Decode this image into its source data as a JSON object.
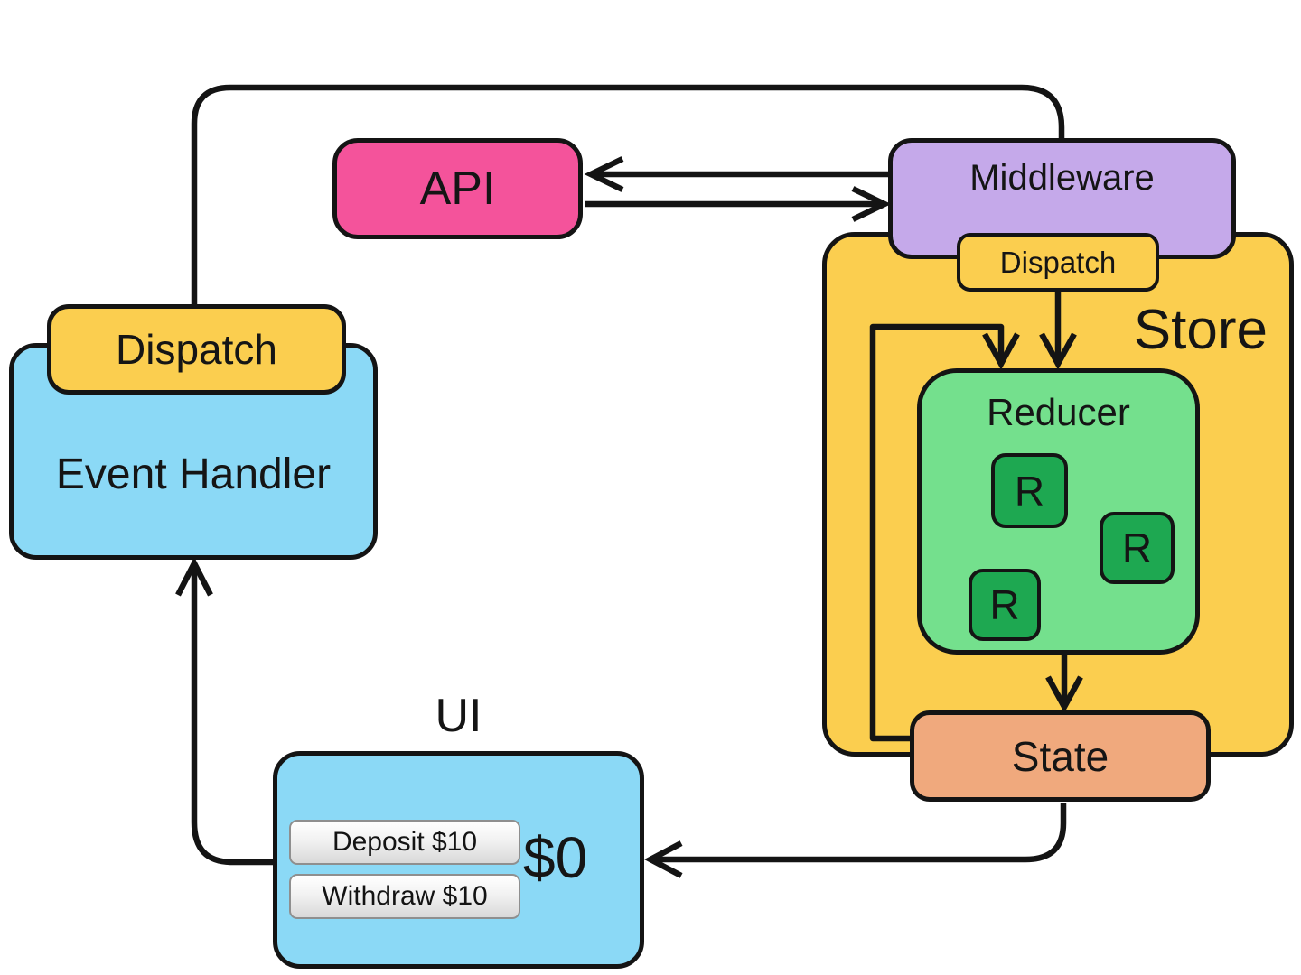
{
  "colors": {
    "canvas-bg": "#ffffff",
    "line": "#141414",
    "text": "#151515",
    "api-pink": "#f4539b",
    "middleware-purple": "#c5a9ea",
    "store-yellow": "#fbce4f",
    "reducer-green": "#74e08d",
    "r-dark-green": "#1ea851",
    "state-orange": "#f0a97d",
    "panel-blue": "#8bd9f6",
    "button-border": "#8f8f8f"
  },
  "nodes": {
    "api": {
      "label": "API"
    },
    "middleware": {
      "label": "Middleware"
    },
    "store": {
      "label": "Store",
      "dispatch_label": "Dispatch"
    },
    "reducer": {
      "label": "Reducer",
      "r_boxes": [
        "R",
        "R",
        "R"
      ]
    },
    "state": {
      "label": "State"
    },
    "event_handler": {
      "label": "Event Handler",
      "dispatch_label": "Dispatch"
    },
    "ui": {
      "label": "UI",
      "balance": "$0",
      "buttons": [
        {
          "label": "Deposit $10"
        },
        {
          "label": "Withdraw $10"
        }
      ]
    }
  },
  "edges": [
    {
      "from": "event-handler-dispatch",
      "to": "middleware",
      "style": "line"
    },
    {
      "from": "middleware",
      "to": "api",
      "style": "arrow"
    },
    {
      "from": "api",
      "to": "middleware",
      "style": "arrow"
    },
    {
      "from": "store-dispatch",
      "to": "reducer",
      "style": "arrow"
    },
    {
      "from": "state",
      "to": "reducer",
      "style": "arrow-loop"
    },
    {
      "from": "reducer",
      "to": "state",
      "style": "arrow"
    },
    {
      "from": "state",
      "to": "ui",
      "style": "arrow"
    },
    {
      "from": "ui",
      "to": "event-handler",
      "style": "arrow"
    }
  ]
}
